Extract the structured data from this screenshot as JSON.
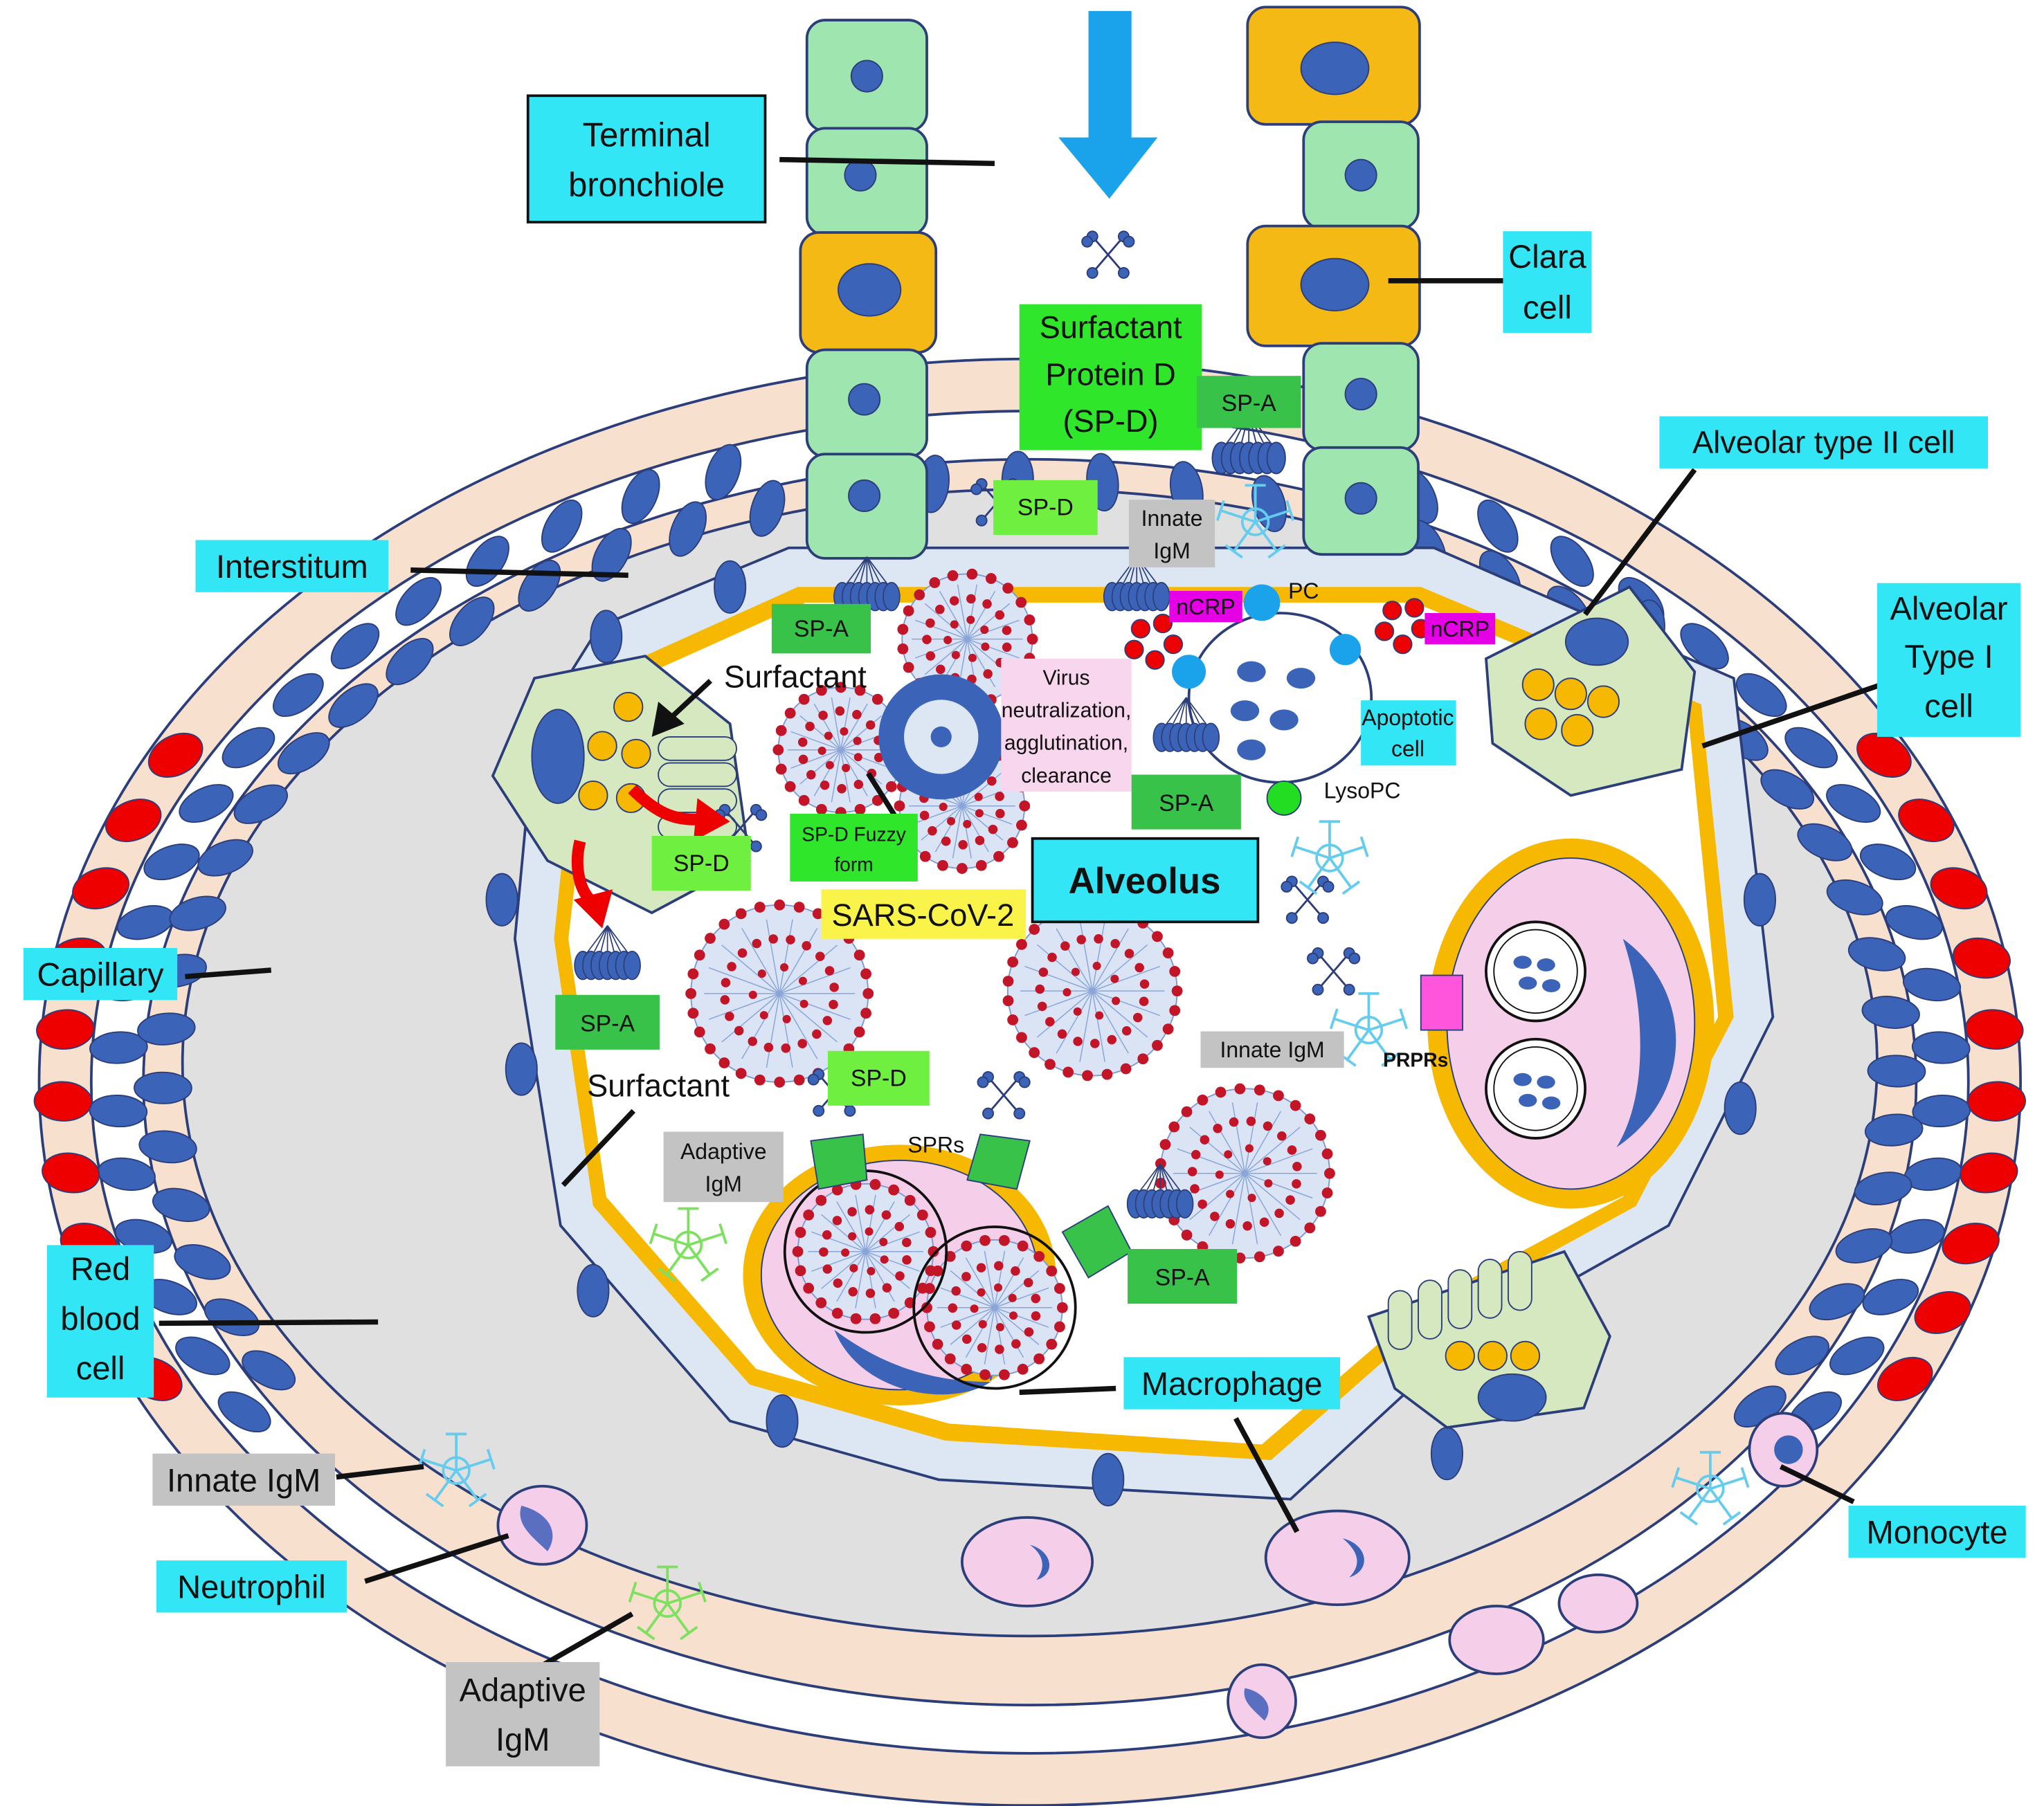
{
  "colors": {
    "cyan_label": "#33e6f5",
    "green_label": "#39c24a",
    "bright_green_label": "#2fe62a",
    "grey_label": "#c3c3c3",
    "magenta_label": "#e600e6",
    "pink_label": "#f7d6ee",
    "yellow_label": "#f9f34a",
    "surfactant_yellow": "#f6b800",
    "interstitium_grey": "#e0e0e0",
    "endothelium_peach": "#f8e0cf",
    "nucleus_blue": "#3b63b8",
    "red_blood_cell": "#ee0000",
    "clara_cell": "#f4b915",
    "bronchiole_cell": "#9ee5b0",
    "type2_cell": "#d5e8c0",
    "type1_cell": "#dde6f3",
    "macrophage_pink": "#f5cfe9",
    "virus_red": "#c21628",
    "arrow_blue": "#1aa3ea"
  },
  "labels": {
    "terminal_bronchiole": [
      "Terminal",
      "bronchiole"
    ],
    "clara_cell": [
      "Clara",
      "cell"
    ],
    "surfactant_protein_d": [
      "Surfactant",
      "Protein D",
      "(SP-D)"
    ],
    "alveolar_type2": "Alveolar type II cell",
    "alveolar_type1": [
      "Alveolar",
      "Type I",
      "cell"
    ],
    "interstitum": "Interstitum",
    "capillary": "Capillary",
    "red_blood_cell": [
      "Red",
      "blood",
      "cell"
    ],
    "innate_igm_left": "Innate IgM",
    "neutrophil": "Neutrophil",
    "adaptive_igm_bottom": [
      "Adaptive",
      "IgM"
    ],
    "macrophage": "Macrophage",
    "monocyte": "Monocyte",
    "alveolus": "Alveolus",
    "sars_cov2": "SARS-CoV-2",
    "surfactant_top": "Surfactant",
    "surfactant_mid": "Surfactant",
    "virus_neutralization": [
      "Virus",
      "neutralization,",
      "agglutination,",
      "clearance"
    ],
    "spd_fuzzy": [
      "SP-D Fuzzy",
      "form"
    ],
    "innate_igm_top": [
      "Innate",
      "IgM"
    ],
    "innate_igm_mid": "Innate IgM",
    "adaptive_igm_mid": [
      "Adaptive",
      "IgM"
    ],
    "pc": "PC",
    "lyso_pc": "LysoPC",
    "ncrp_1": "nCRP",
    "ncrp_2": "nCRP",
    "apoptotic_cell": [
      "Apoptotic",
      "cell"
    ],
    "prprs": "PRPRs",
    "sprs": "SPRs",
    "sp_a_top": "SP-A",
    "sp_a_left": "SP-A",
    "sp_a_lowleft": "SP-A",
    "sp_a_center": "SP-A",
    "sp_a_bottom": "SP-A",
    "sp_d_top": "SP-D",
    "sp_d_left": "SP-D",
    "sp_d_mid": "SP-D"
  }
}
